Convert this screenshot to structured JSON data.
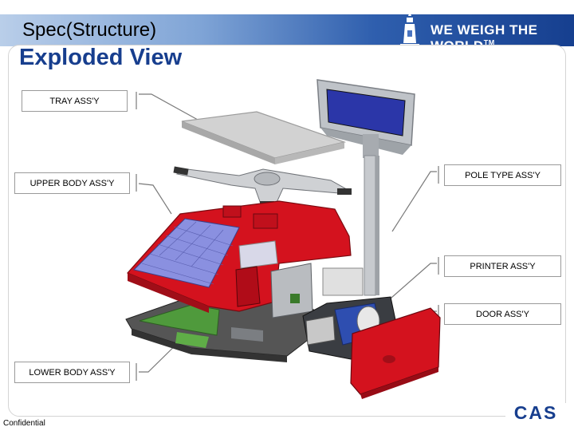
{
  "header": {
    "section_title": "Spec(Structure)",
    "slogan": "WE WEIGH THE WORLD",
    "slogan_mark": "TM"
  },
  "page_title": "Exploded View",
  "callouts": {
    "tray": "TRAY  ASS'Y",
    "upper_body": "UPPER BODY ASS'Y",
    "lower_body": "LOWER BODY ASS'Y",
    "pole_type": "POLE  TYPE  ASS'Y",
    "printer": "PRINTER  ASS'Y",
    "door": "DOOR ASS'Y"
  },
  "footer": {
    "confidential": "Confidential",
    "logo_text": "CAS"
  },
  "colors": {
    "brand_blue": "#173e8e",
    "body_red": "#d4121e",
    "keypad_blue": "#8a90e0",
    "tray_grey": "#c9c9c9",
    "board_green": "#4f9a3c"
  }
}
